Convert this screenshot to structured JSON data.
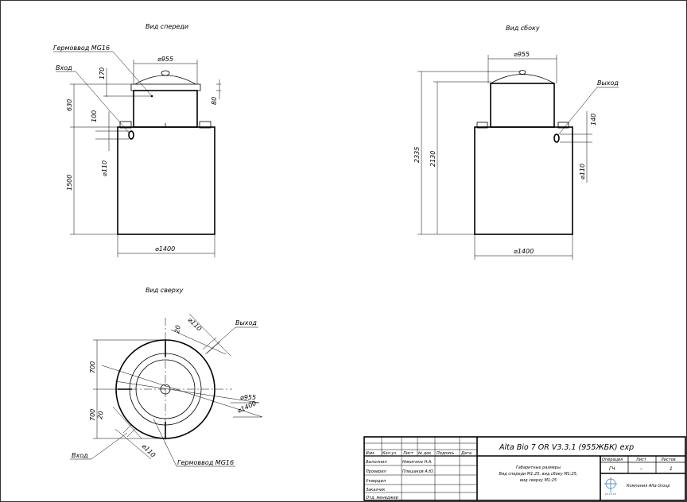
{
  "views": {
    "front": {
      "title": "Вид спереди",
      "labels": {
        "gland": "Гермоввод MG16",
        "inlet": "Вход"
      },
      "dims": {
        "d_neck": "⌀955",
        "d_body": "⌀1400",
        "h_cover": "170",
        "h_total": "630",
        "h_inlet": "100",
        "d_inlet": "⌀110",
        "h_body": "1500",
        "h_flange": "80"
      }
    },
    "side": {
      "title": "Вид сбоку",
      "labels": {
        "outlet": "Выход"
      },
      "dims": {
        "d_neck": "⌀955",
        "d_body": "⌀1400",
        "h_total": "2335",
        "h_outlet_level": "2130",
        "h_outlet": "140",
        "d_outlet": "⌀110"
      }
    },
    "top": {
      "title": "Вид сверху",
      "labels": {
        "outlet": "Выход",
        "inlet": "Вход",
        "gland": "Гермоввод MG16"
      },
      "dims": {
        "d_outlet": "⌀110",
        "off_outlet": "20",
        "half_top": "700",
        "half_bottom": "700",
        "d_neck": "⌀955",
        "d_body": "⌀1400",
        "off_inlet": "20",
        "d_inlet": "⌀110"
      }
    }
  },
  "title_block": {
    "headers": [
      "Изм.",
      "Кол.уч",
      "Лист",
      "№ док",
      "Подпись",
      "Дата"
    ],
    "roles": [
      "Выполнил",
      "Проверил",
      "Утвердил",
      "Заказчик",
      "Отд. менеджер"
    ],
    "names": [
      "Никитина Н.А.",
      "Плешаков А.Ю."
    ],
    "document_title": "Alta Bio 7 OR V3.3.1 (955ЖБК) exp",
    "description": [
      "Габаритные размеры",
      "Вид спереди М1:25, вид сбоку М1:25,",
      "вид сверху М1:25"
    ],
    "stage_label": "Операция",
    "sheet_label": "Лист",
    "sheets_label": "Листов",
    "stage_value": "ГЧ",
    "sheet_value": "–",
    "sheets_value": "1",
    "company": "Компания Alta Group"
  }
}
